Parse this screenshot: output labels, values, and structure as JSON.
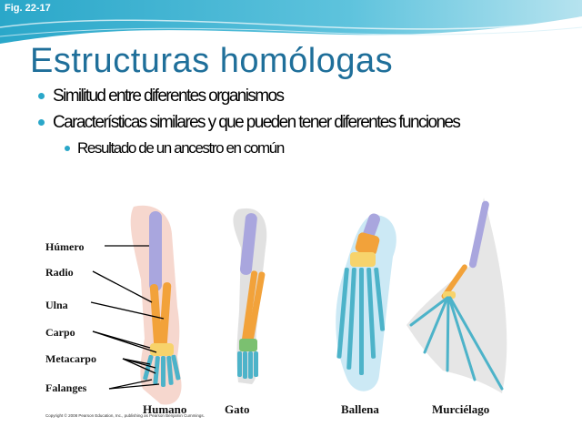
{
  "header": {
    "figure_label": "Fig. 22-17"
  },
  "title": "Estructuras homólogas",
  "bullets": [
    "Similitud entre diferentes organismos",
    "Características similares y que pueden tener diferentes funciones"
  ],
  "sub_bullets": [
    "Resultado de un ancestro en común"
  ],
  "figure": {
    "bone_labels": [
      "Húmero",
      "Radio",
      "Ulna",
      "Carpo",
      "Metacarpo",
      "Falanges"
    ],
    "animal_labels": [
      "Humano",
      "Gato",
      "Ballena",
      "Murciélago"
    ],
    "copyright": "Copyright © 2008 Pearson Education, Inc., publishing as Pearson Benjamin Cummings."
  },
  "colors": {
    "title": "#1f6f9a",
    "bullet": "#2aa7c9",
    "humerus": "#a9a6de",
    "radius": "#f2a23a",
    "carpals": "#f7d36b",
    "metacarpals": "#4db3c9",
    "phalanges": "#4db3c9",
    "skin": "#f3c9bd",
    "whale_fin": "#bfe3f2",
    "bat_wing": "#e3e3e3"
  }
}
